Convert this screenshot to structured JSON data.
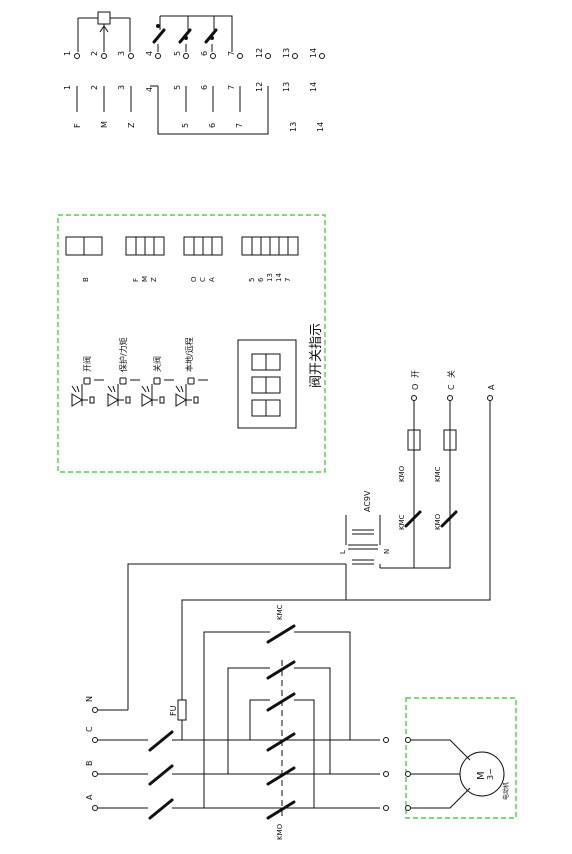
{
  "terminals_top": [
    "1",
    "2",
    "3",
    "4",
    "5",
    "6",
    "7",
    "12",
    "13",
    "14"
  ],
  "terminals_mid": [
    "1",
    "2",
    "3",
    "4",
    "5",
    "6",
    "7",
    "12",
    "13",
    "14"
  ],
  "terminal_names": [
    "F",
    "M",
    "Z"
  ],
  "terminal_bottom": [
    "5",
    "6",
    "7",
    "13",
    "14"
  ],
  "panel": {
    "title": "阀开关指示",
    "connectors": [
      {
        "pins": [
          "B"
        ]
      },
      {
        "pins": [
          "F",
          "M",
          "Z"
        ]
      },
      {
        "pins": [
          "O",
          "C",
          "A"
        ]
      },
      {
        "pins": [
          "5",
          "6",
          "13",
          "14",
          "7"
        ]
      }
    ],
    "leds": [
      "开阀",
      "保护/力矩",
      "关阀",
      "本地/远程"
    ]
  },
  "transformer": {
    "label": "AC9V",
    "left": "L",
    "right": "N"
  },
  "relays": {
    "kmo": "KMO",
    "kmc": "KMC"
  },
  "outputs": [
    {
      "id": "O",
      "text": "开"
    },
    {
      "id": "C",
      "text": "关"
    },
    {
      "id": "A",
      "text": ""
    }
  ],
  "phases": [
    "A",
    "B",
    "C",
    "N"
  ],
  "fuse": "FU",
  "contactor": {
    "top": "KMC",
    "bottom": "KMO"
  },
  "motor": {
    "label": "M",
    "sub": "3~",
    "caption": "电动机"
  }
}
